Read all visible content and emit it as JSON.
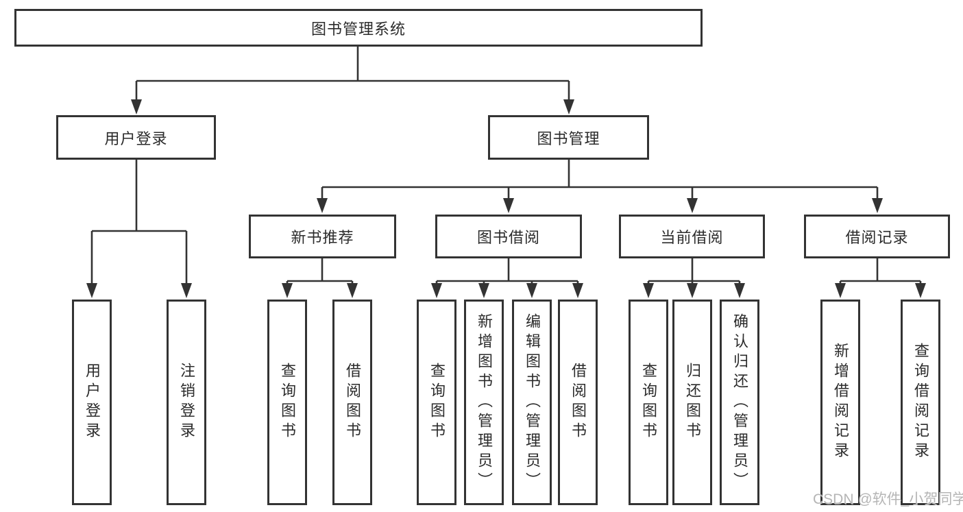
{
  "colors": {
    "line": "#333333",
    "text": "#2b2b2b",
    "background": "#ffffff",
    "watermark": "#b5b5b5"
  },
  "watermark": {
    "text": "CSDN @软件_小贺同学"
  },
  "diagram": {
    "root": {
      "label": "图书管理系统"
    },
    "level2": [
      {
        "label": "用户登录"
      },
      {
        "label": "图书管理"
      }
    ],
    "level3": [
      {
        "label": "新书推荐"
      },
      {
        "label": "图书借阅"
      },
      {
        "label": "当前借阅"
      },
      {
        "label": "借阅记录"
      }
    ],
    "leaves": {
      "login": [
        "用户登录",
        "注销登录"
      ],
      "new_book": [
        "查询图书",
        "借阅图书"
      ],
      "borrow": [
        "查询图书",
        "新增图书（管理员）",
        "编辑图书（管理员）",
        "借阅图书"
      ],
      "current": [
        "查询图书",
        "归还图书",
        "确认归还（管理员）"
      ],
      "records": [
        "新增借阅记录",
        "查询借阅记录"
      ]
    }
  }
}
